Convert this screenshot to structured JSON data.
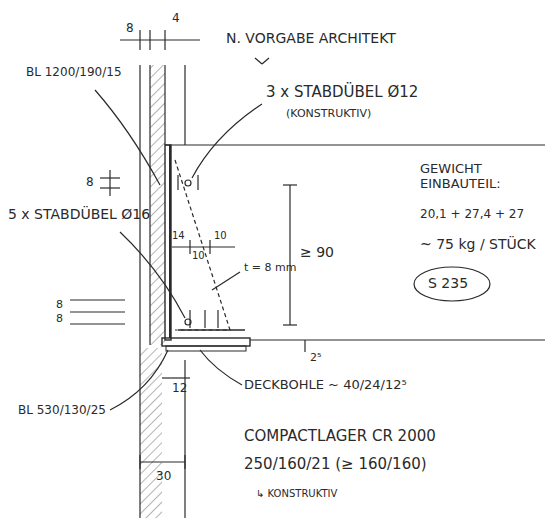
{
  "diagram": {
    "labels": [
      "8",
      "4",
      "N. VORGABE ARCHITEKT",
      "BL 1200/190/15",
      "3 x STABDÜBEL Ø12",
      "(KONSTRUKTIV)",
      "8",
      "GEWICHT EINBAUTEIL:",
      "20,1 + 27,4 + 27",
      "~ 75 kg / STÜCK",
      "S 235",
      "5 x STABDÜBEL Ø16",
      "14",
      "10",
      "10",
      "≥ 90",
      "t = 8 mm",
      "8",
      "8",
      "2⁵",
      "DECKBOHLE ~ 40/24/12⁵",
      "12",
      "BL 530/130/25",
      "COMPACTLAGER CR 2000",
      "250/160/21 (≥ 160/160)",
      "↳ KONSTRUKTIV",
      "30"
    ]
  }
}
